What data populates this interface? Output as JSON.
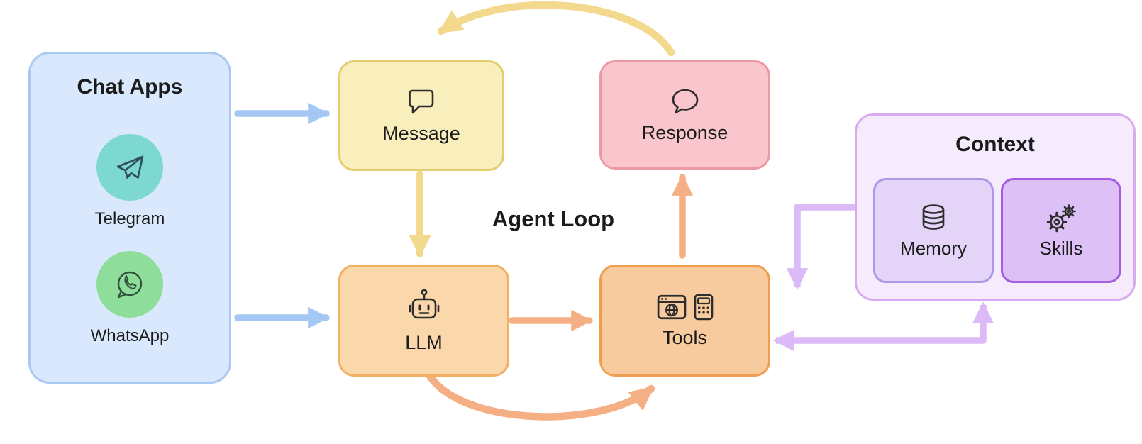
{
  "chat_apps": {
    "title": "Chat Apps",
    "items": [
      {
        "label": "Telegram",
        "icon": "telegram-icon"
      },
      {
        "label": "WhatsApp",
        "icon": "whatsapp-icon"
      }
    ]
  },
  "nodes": {
    "message": {
      "label": "Message",
      "icon": "chat-bubble-square-icon"
    },
    "response": {
      "label": "Response",
      "icon": "chat-bubble-round-icon"
    },
    "llm": {
      "label": "LLM",
      "icon": "robot-icon"
    },
    "tools": {
      "label": "Tools",
      "icons": [
        "browser-globe-icon",
        "calculator-icon"
      ]
    }
  },
  "agent_loop": {
    "label": "Agent Loop"
  },
  "context": {
    "title": "Context",
    "items": [
      {
        "label": "Memory",
        "icon": "database-icon"
      },
      {
        "label": "Skills",
        "icon": "gears-icon"
      }
    ]
  },
  "connections": [
    {
      "from": "chat-apps",
      "to": "message",
      "color": "blue",
      "style": "straight"
    },
    {
      "from": "chat-apps",
      "to": "llm",
      "color": "blue",
      "style": "straight"
    },
    {
      "from": "message",
      "to": "llm",
      "color": "yellow",
      "style": "straight"
    },
    {
      "from": "llm",
      "to": "tools",
      "color": "orange",
      "style": "straight"
    },
    {
      "from": "tools",
      "to": "response",
      "color": "orange",
      "style": "straight"
    },
    {
      "from": "response",
      "to": "message",
      "color": "yellow",
      "style": "curved-top"
    },
    {
      "from": "llm",
      "to": "tools",
      "color": "orange",
      "style": "curved-bottom"
    },
    {
      "from": "context",
      "to": "tools",
      "color": "purple",
      "style": "elbow-down"
    },
    {
      "from": "tools",
      "to": "context",
      "color": "purple",
      "style": "elbow-bidirectional"
    }
  ],
  "colors": {
    "chat_fill": "#d9e8fc",
    "chat_border": "#a9c9f2",
    "message_fill": "#f9efbc",
    "message_border": "#e3cd6e",
    "response_fill": "#f8c6cc",
    "response_border": "#ed99a5",
    "llm_fill": "#fbd8ab",
    "llm_border": "#f1b062",
    "tools_fill": "#f8cb9e",
    "tools_border": "#ef9e50",
    "context_fill": "#f5ebfc",
    "context_border": "#d8abf0",
    "memory_fill": "#e4d5f8",
    "memory_border": "#af97e8",
    "skills_fill": "#dcc0f6",
    "skills_border": "#a55ce2",
    "telegram_circle": "#7dd8d2",
    "whatsapp_circle": "#8edd9a",
    "arrow_blue": "#a5c7f4",
    "arrow_yellow": "#f3d98e",
    "arrow_orange": "#f4b084",
    "arrow_purple": "#dcbaf7",
    "icon_stroke": "#2d2d2d",
    "text": "#1b1b1b"
  }
}
